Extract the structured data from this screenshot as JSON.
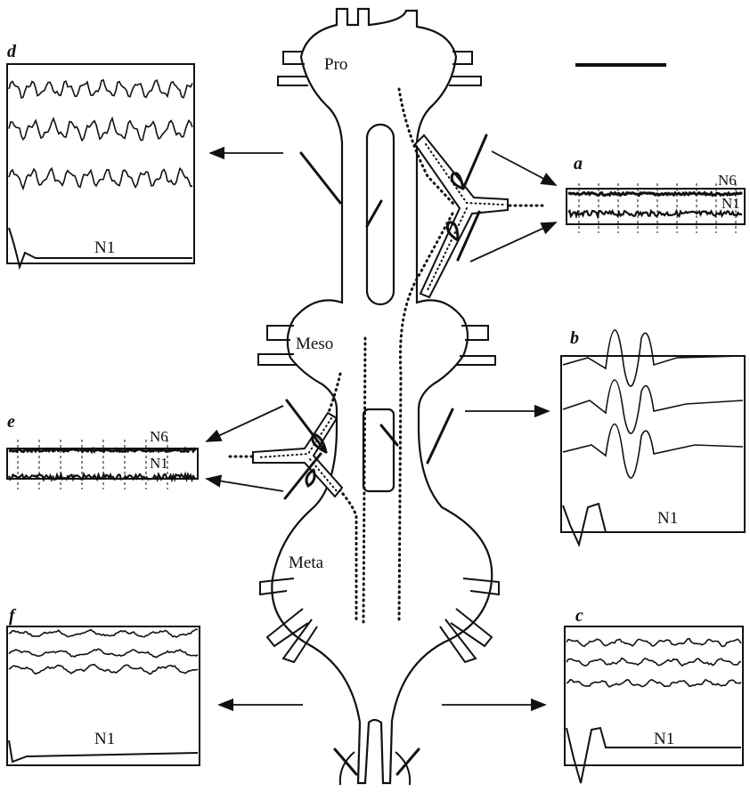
{
  "ganglia": {
    "pro": "Pro",
    "meso": "Meso",
    "meta": "Meta"
  },
  "panels": {
    "a": {
      "letter": "a",
      "top_trace": "N6",
      "bottom_trace": "N1"
    },
    "b": {
      "letter": "b",
      "trace": "N1"
    },
    "c": {
      "letter": "c",
      "trace": "N1"
    },
    "d": {
      "letter": "d",
      "trace": "N1"
    },
    "e": {
      "letter": "e",
      "top_trace": "N6",
      "bottom_trace": "N1"
    },
    "f": {
      "letter": "f",
      "trace": "N1"
    }
  },
  "colors": {
    "ink": "#111111",
    "background": "#ffffff"
  }
}
